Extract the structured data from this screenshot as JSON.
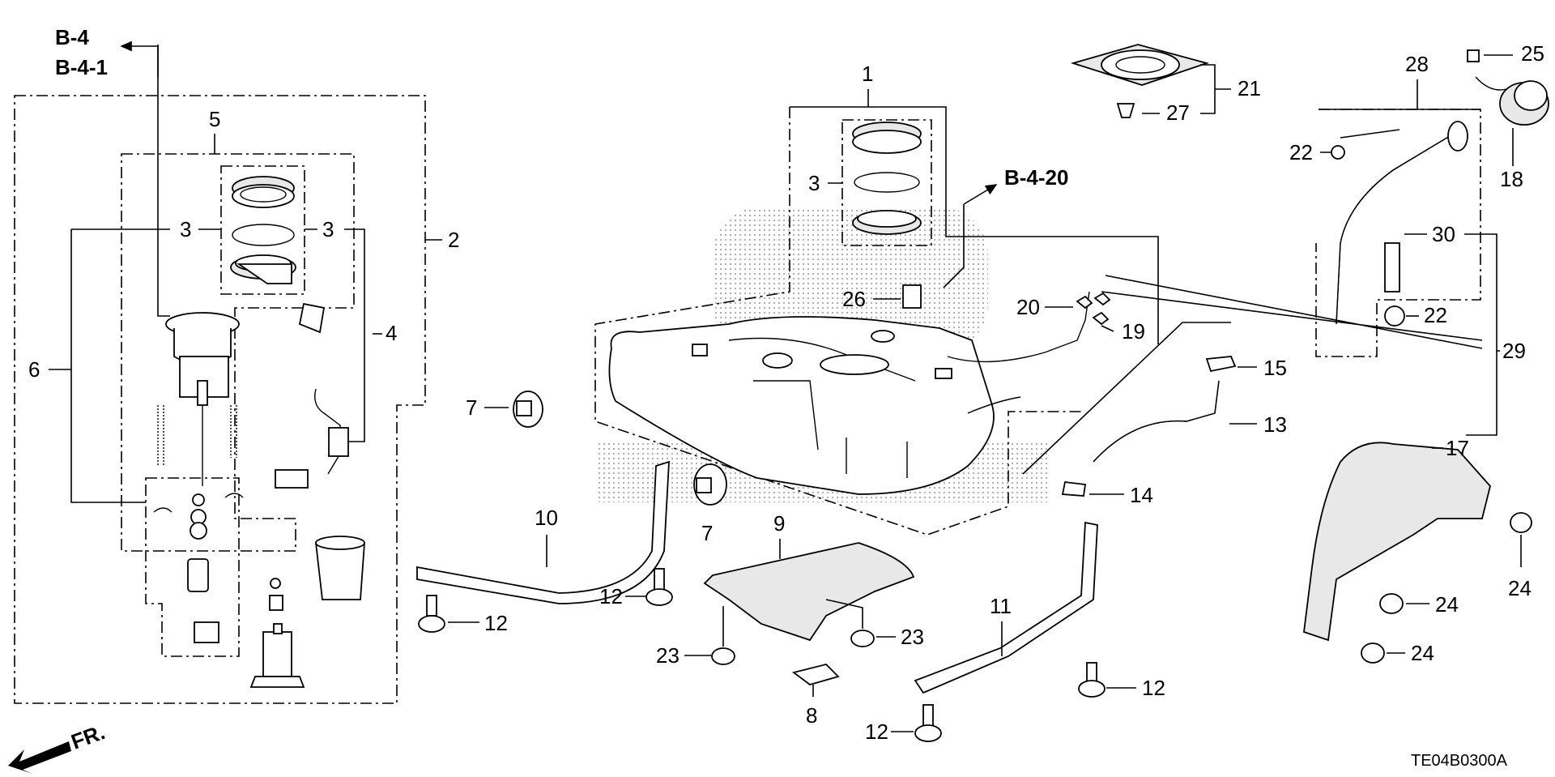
{
  "references": {
    "b4": "B-4",
    "b41": "B-4-1",
    "b420": "B-4-20",
    "fr": "FR."
  },
  "callouts": {
    "c1": "1",
    "c2": "2",
    "c3a": "3",
    "c3b": "3",
    "c3c": "3",
    "c4": "4",
    "c5": "5",
    "c6": "6",
    "c7a": "7",
    "c7b": "7",
    "c8": "8",
    "c9": "9",
    "c10": "10",
    "c11": "11",
    "c12a": "12",
    "c12b": "12",
    "c12c": "12",
    "c12d": "12",
    "c13": "13",
    "c14": "14",
    "c15": "15",
    "c17": "17",
    "c18": "18",
    "c19": "19",
    "c20": "20",
    "c21": "21",
    "c22a": "22",
    "c22b": "22",
    "c23a": "23",
    "c23b": "23",
    "c24a": "24",
    "c24b": "24",
    "c24c": "24",
    "c25": "25",
    "c26": "26",
    "c27": "27",
    "c28": "28",
    "c29": "29",
    "c30": "30"
  },
  "diagram_code": "TE04B0300A"
}
